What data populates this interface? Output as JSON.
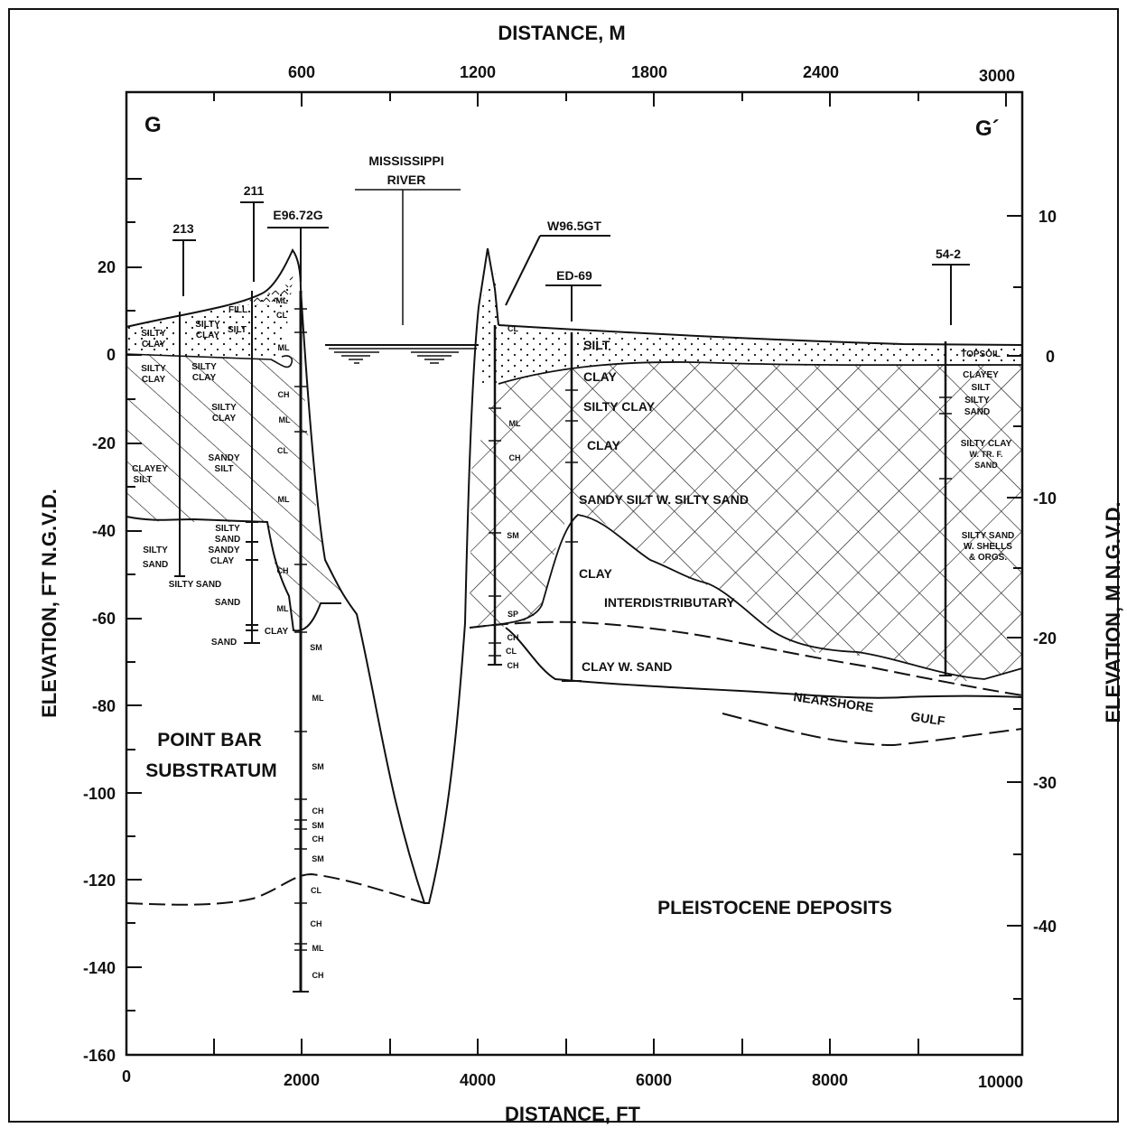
{
  "section": {
    "left": "G",
    "right": "G´"
  },
  "axes": {
    "top_title": "DISTANCE, M",
    "bottom_title": "DISTANCE, FT",
    "left_title": "ELEVATION, FT N.G.V.D.",
    "right_title": "ELEVATION, M N.G.V.D.",
    "top_ticks": [
      "600",
      "1200",
      "1800",
      "2400",
      "3000"
    ],
    "bottom_ticks": [
      "0",
      "2000",
      "4000",
      "6000",
      "8000",
      "10000"
    ],
    "left_ticks": [
      "20",
      "0",
      "-20",
      "-40",
      "-60",
      "-80",
      "-100",
      "-120",
      "-140",
      "-160"
    ],
    "right_ticks": [
      "10",
      "0",
      "-10",
      "-20",
      "-30",
      "-40"
    ]
  },
  "borings": {
    "b213": "213",
    "b211": "211",
    "e9672g": "E96.72G",
    "w965gt": "W96.5GT",
    "ed69": "ED-69",
    "b542": "54-2"
  },
  "river": {
    "line1": "MISSISSIPPI",
    "line2": "RIVER"
  },
  "labels": {
    "silty_clay_a": "SILTY",
    "silty_clay_b": "CLAY",
    "silty_clay2_a": "SILTY",
    "silty_clay2_b": "CLAY",
    "silty_clay3_a": "SILTY",
    "silty_clay3_b": "CLAY",
    "silty_clay4_a": "SILTY",
    "silty_clay4_b": "CLAY",
    "fill": "FILL",
    "silt_small": "SILT",
    "silty_clay5_a": "SILTY",
    "silty_clay5_b": "CLAY",
    "sandy_silt_a": "SANDY",
    "sandy_silt_b": "SILT",
    "clayey_silt_a": "CLAYEY",
    "clayey_silt_b": "SILT",
    "silty_sand_a": "SILTY",
    "silty_sand_b": "SAND",
    "silty_sand2_a": "SILTY",
    "silty_sand2_b": "SAND",
    "sandy_clay_a": "SANDY",
    "sandy_clay_b": "CLAY",
    "silty_sand_row": "SILTY SAND",
    "sand1": "SAND",
    "sand2": "SAND",
    "clay_small": "CLAY",
    "ml1": "ML",
    "cl1": "CL",
    "ml2": "ML",
    "ch1": "CH",
    "ml3": "ML",
    "cl2": "CL",
    "ml4": "ML",
    "ch2": "CH",
    "ml5": "ML",
    "sm1": "SM",
    "ml6": "ML",
    "sm2": "SM",
    "ch3": "CH",
    "sm3": "SM",
    "ch4": "CH",
    "sm4": "SM",
    "cl3": "CL",
    "ch5": "CH",
    "ml7": "ML",
    "ch6": "CH",
    "cl4": "CL",
    "ml8": "ML",
    "ch7": "CH",
    "sm5": "SM",
    "sp": "SP",
    "ch8": "CH",
    "cl5": "CL",
    "ch9": "CH",
    "silt": "SILT",
    "clay1": "CLAY",
    "silty_clay_ed": "SILTY CLAY",
    "clay2": "CLAY",
    "sandy_silt_w": "SANDY SILT W. SILTY SAND",
    "clay3": "CLAY",
    "interdistributary": "INTERDISTRIBUTARY",
    "clay_w_sand": "CLAY W. SAND",
    "nearshore": "NEARSHORE",
    "gulf": "GULF",
    "topsoil": "TOPSOIL",
    "clayey_silt_r_a": "CLAYEY",
    "clayey_silt_r_b": "SILT",
    "silty_sand_r_a": "SILTY",
    "silty_sand_r_b": "SAND",
    "sc_r1": "SILTY CLAY",
    "sc_r2": "W. TR. F.",
    "sc_r3": "SAND",
    "ss_r1": "SILTY SAND",
    "ss_r2": "W. SHELLS",
    "ss_r3": "& ORGS.",
    "point_bar_1": "POINT BAR",
    "point_bar_2": "SUBSTRATUM",
    "pleistocene": "PLEISTOCENE DEPOSITS"
  }
}
